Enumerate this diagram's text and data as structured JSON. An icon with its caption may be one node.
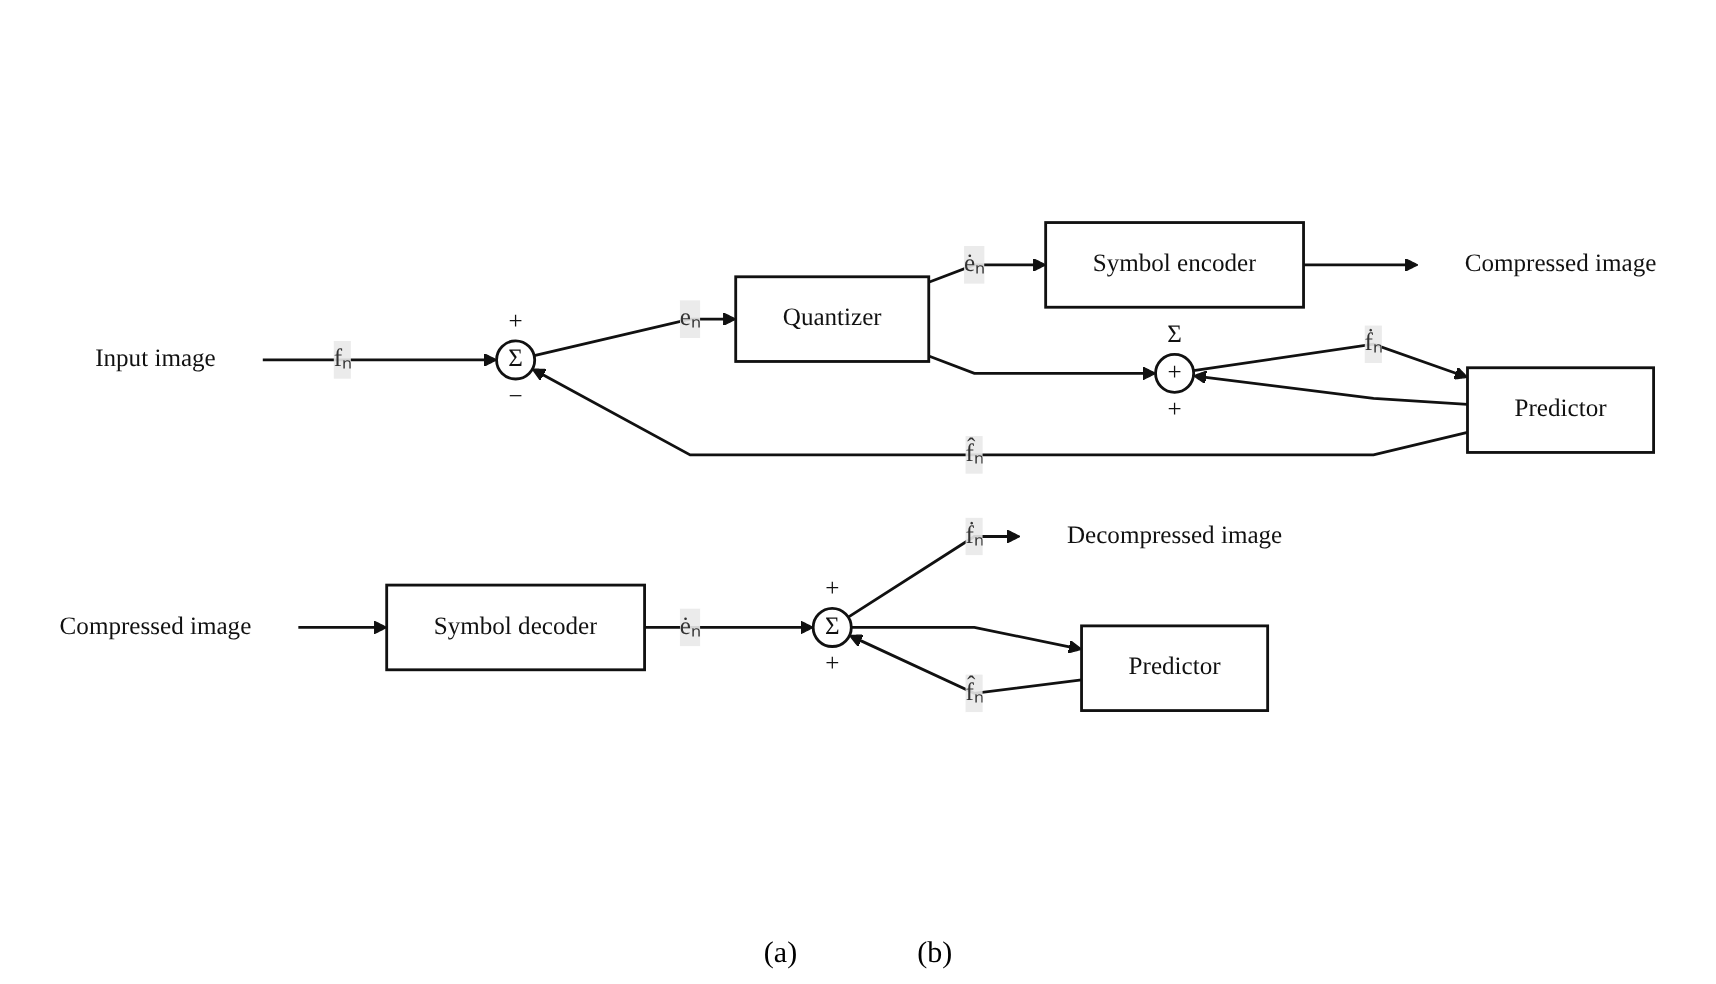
{
  "diagram": {
    "nodes": [
      {
        "text": [
          "Input image"
        ]
      },
      {
        "text": [
          "+",
          "Σ",
          "−"
        ]
      },
      {
        "text": [
          "Quantizer"
        ]
      },
      {
        "text": [
          "Symbol encoder"
        ]
      },
      {
        "text": [
          "Compressed image"
        ]
      },
      {
        "text": [
          "Predictor"
        ]
      },
      {
        "text": [
          "Σ",
          "+",
          "+"
        ]
      },
      {
        "text": [
          "Compressed image"
        ]
      },
      {
        "text": [
          "Symbol decoder"
        ]
      },
      {
        "text": [
          "+",
          "Σ",
          "+"
        ]
      },
      {
        "text": [
          "Decompressed image"
        ]
      },
      {
        "text": [
          "Predictor"
        ]
      }
    ],
    "edges": [
      {
        "from": 0,
        "to": 1,
        "arrow": "to",
        "label": "fₙ"
      },
      {
        "from": 1,
        "to": 2,
        "arrow": "to",
        "label": "eₙ"
      },
      {
        "from": 2,
        "to": 3,
        "arrow": "to",
        "label": "ėₙ"
      },
      {
        "from": 3,
        "to": 4,
        "arrow": "to"
      },
      {
        "from": 2,
        "to": 6,
        "arrow": "to"
      },
      {
        "from": 6,
        "to": 5,
        "arrow": "to",
        "label": "ḟₙ"
      },
      {
        "from": 5,
        "to": 1,
        "arrow": "to",
        "label": "f̂ₙ"
      },
      {
        "from": 5,
        "to": 6,
        "arrow": "to"
      },
      {
        "from": 7,
        "to": 8,
        "arrow": "to"
      },
      {
        "from": 8,
        "to": 9,
        "arrow": "to",
        "label": "ėₙ"
      },
      {
        "from": 9,
        "to": 10,
        "arrow": "to",
        "label": "ḟₙ"
      },
      {
        "from": 9,
        "to": 11,
        "arrow": "to"
      },
      {
        "from": 11,
        "to": 9,
        "arrow": "to",
        "label": "f̂ₙ"
      }
    ],
    "labels": [
      "(a)",
      "(b)"
    ]
  }
}
